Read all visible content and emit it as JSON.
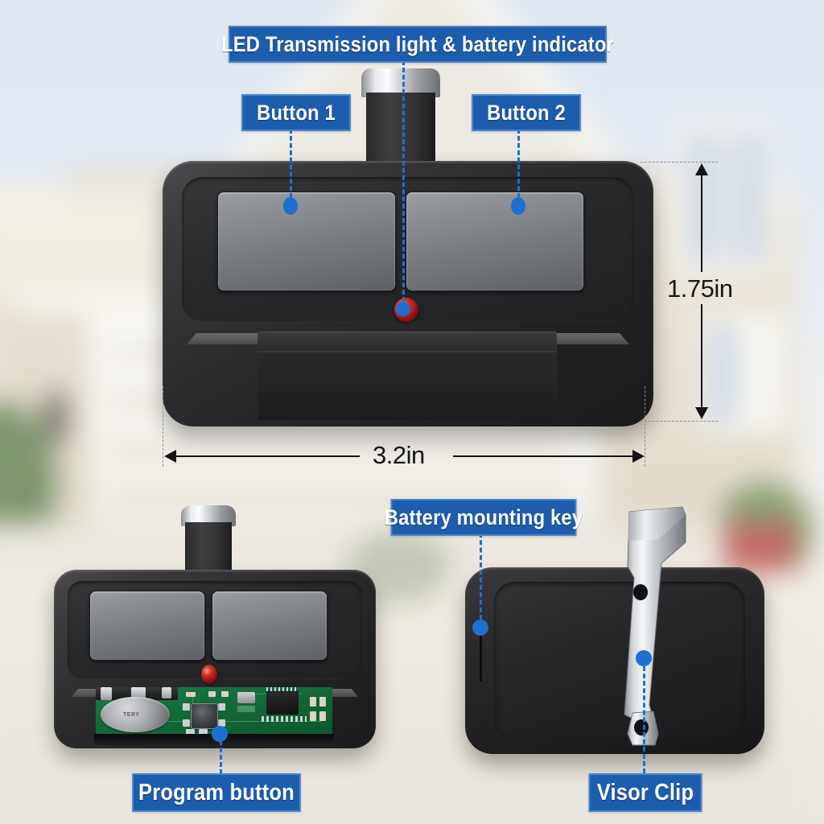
{
  "theme": {
    "label_bg": "#1d5dae",
    "label_border": "#4e86c6",
    "label_text": "#ffffff",
    "leader_color": "#1f6fd0",
    "dot_color": "#1f6fd0",
    "dimension_color": "#141414",
    "led_color": "#d6302a",
    "pcb_color": "#14693a",
    "body_color": "#2b2b2d",
    "button_color": "#83878c",
    "clip_color": "#c9ccd0"
  },
  "labels": {
    "led": "LED Transmission light & battery indicator",
    "button1": "Button 1",
    "button2": "Button 2",
    "battery_key": "Battery mounting key",
    "program_button": "Program button",
    "visor_clip": "Visor Clip"
  },
  "dimensions": {
    "height": "1.75in",
    "width": "3.2in"
  },
  "pcb": {
    "battery_text": "TERY"
  },
  "views": {
    "main": "front-view-remote",
    "bottom_left": "open-battery-compartment-view",
    "bottom_right": "side-view-with-visor-clip"
  }
}
